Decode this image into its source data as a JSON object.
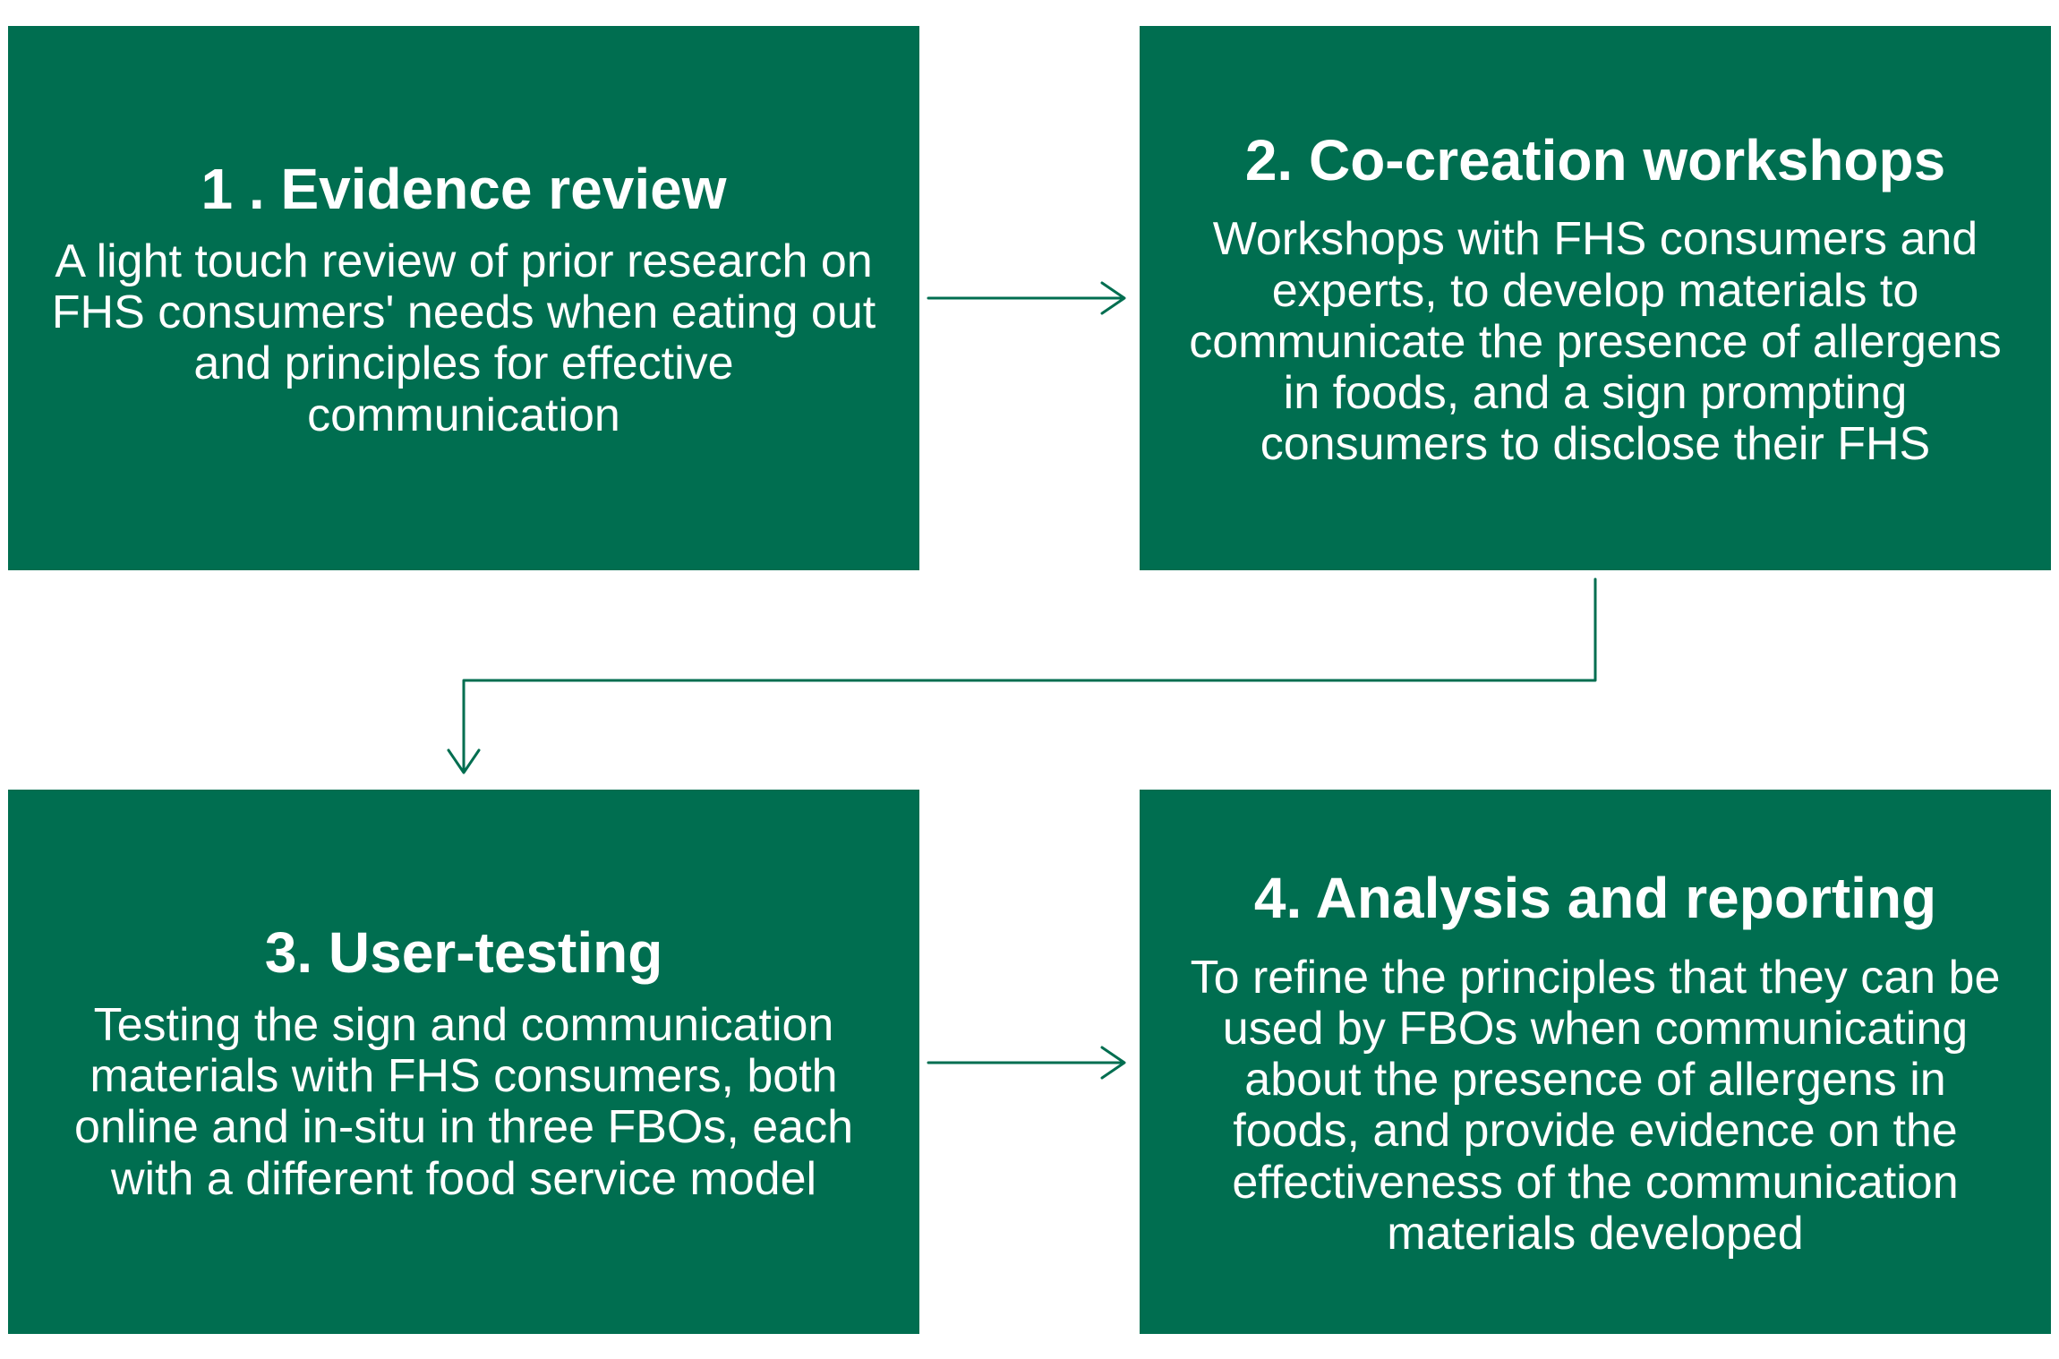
{
  "steps": [
    {
      "title": "1 . Evidence review",
      "text": "A light touch review of prior research on FHS consumers' needs when eating out and principles for effective communication"
    },
    {
      "title": "2. Co-creation workshops",
      "text": "Workshops with FHS consumers and experts, to develop materials to communicate the presence of allergens in foods, and a sign prompting consumers to disclose their FHS"
    },
    {
      "title": "3. User-testing",
      "text": "Testing the sign and communication materials with FHS consumers, both online and in-situ in three FBOs, each with a different food service model"
    },
    {
      "title": "4. Analysis and reporting",
      "text": "To refine the principles that they can be used by FBOs when communicating about the presence of allergens in foods, and provide evidence on the effectiveness of the communication materials developed"
    }
  ],
  "colors": {
    "box_fill": "#006e50",
    "box_text": "#ffffff",
    "connector": "#006e50",
    "background": "#ffffff"
  },
  "connectors": [
    {
      "from": "step-1",
      "to": "step-2"
    },
    {
      "from": "step-2",
      "to": "step-3"
    },
    {
      "from": "step-3",
      "to": "step-4"
    }
  ]
}
